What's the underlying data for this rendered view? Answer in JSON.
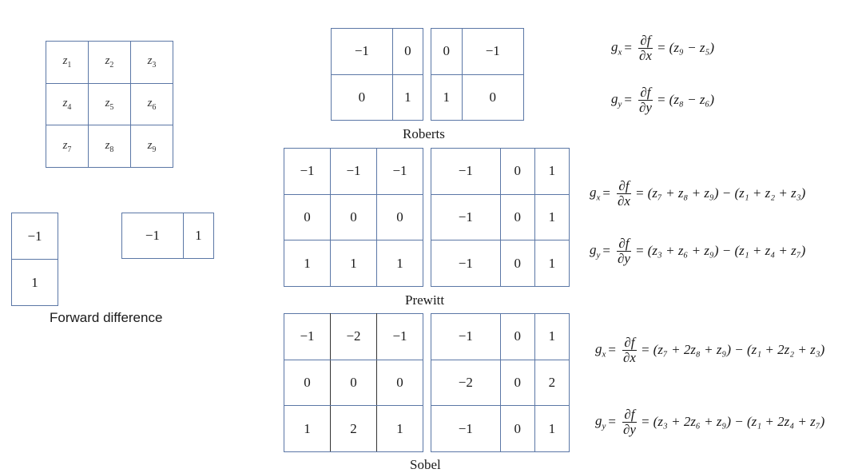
{
  "zgrid": [
    [
      "z1",
      "z2",
      "z3"
    ],
    [
      "z4",
      "z5",
      "z6"
    ],
    [
      "z7",
      "z8",
      "z9"
    ]
  ],
  "forward_difference": {
    "vertical": [
      "−1",
      "1"
    ],
    "horizontal": [
      "−1",
      "1"
    ],
    "caption": "Forward difference"
  },
  "roberts": {
    "gx": [
      [
        "−1",
        "0"
      ],
      [
        "0",
        "1"
      ]
    ],
    "gy": [
      [
        "0",
        "−1"
      ],
      [
        "1",
        "0"
      ]
    ],
    "caption": "Roberts",
    "eq_gx": {
      "lhs": "g",
      "sub": "x",
      "num": "∂f",
      "den": "∂x",
      "rhs": "= (z₉ − z₅)"
    },
    "eq_gy": {
      "lhs": "g",
      "sub": "y",
      "num": "∂f",
      "den": "∂y",
      "rhs": "= (z₈ − z₆)"
    }
  },
  "prewitt": {
    "gx": [
      [
        "−1",
        "−1",
        "−1"
      ],
      [
        "0",
        "0",
        "0"
      ],
      [
        "1",
        "1",
        "1"
      ]
    ],
    "gy": [
      [
        "−1",
        "0",
        "1"
      ],
      [
        "−1",
        "0",
        "1"
      ],
      [
        "−1",
        "0",
        "1"
      ]
    ],
    "caption": "Prewitt",
    "eq_gx": {
      "lhs": "g",
      "sub": "x",
      "num": "∂f",
      "den": "∂x",
      "rhs": "= (z₇ + z₈ + z₉)  −  (z₁ + z₂ + z₃)"
    },
    "eq_gy": {
      "lhs": "g",
      "sub": "y",
      "num": "∂f",
      "den": "∂y",
      "rhs": "= (z₃ + z₆ + z₉)  −  (z₁ + z₄ + z₇)"
    }
  },
  "sobel": {
    "gx": [
      [
        "−1",
        "−2",
        "−1"
      ],
      [
        "0",
        "0",
        "0"
      ],
      [
        "1",
        "2",
        "1"
      ]
    ],
    "gy": [
      [
        "−1",
        "0",
        "1"
      ],
      [
        "−2",
        "0",
        "2"
      ],
      [
        "−1",
        "0",
        "1"
      ]
    ],
    "caption": "Sobel",
    "eq_gx": {
      "lhs": "g",
      "sub": "x",
      "num": "∂f",
      "den": "∂x",
      "rhs": "= (z₇ + 2z₈ + z₉)  −  (z₁ + 2z₂ + z₃)"
    },
    "eq_gy": {
      "lhs": "g",
      "sub": "y",
      "num": "∂f",
      "den": "∂y",
      "rhs": "= (z₃ + 2z₆ + z₉)  −  (z₁ + 2z₄ + z₇)"
    }
  }
}
